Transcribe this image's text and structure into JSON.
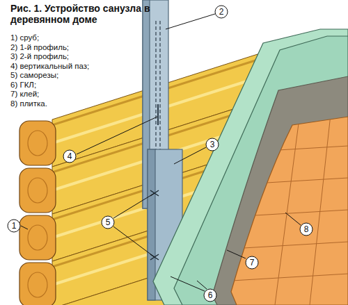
{
  "diagram": {
    "title": "Рис. 1. Устройство санузла в деревянном доме",
    "nodes": [
      {
        "text": [
          "1"
        ]
      },
      {
        "text": [
          "2"
        ]
      },
      {
        "text": [
          "3"
        ]
      },
      {
        "text": [
          "4"
        ]
      },
      {
        "text": [
          "5"
        ]
      },
      {
        "text": [
          "6"
        ]
      },
      {
        "text": [
          "7"
        ]
      },
      {
        "text": [
          "8"
        ]
      }
    ],
    "labels": [
      "1) сруб;",
      "2) 1-й профиль;",
      "3) 2-й профиль;",
      "4) вертикальный паз;",
      "5) саморезы;",
      "6) ГКЛ;",
      "7) клей;",
      "8) плитка."
    ]
  }
}
